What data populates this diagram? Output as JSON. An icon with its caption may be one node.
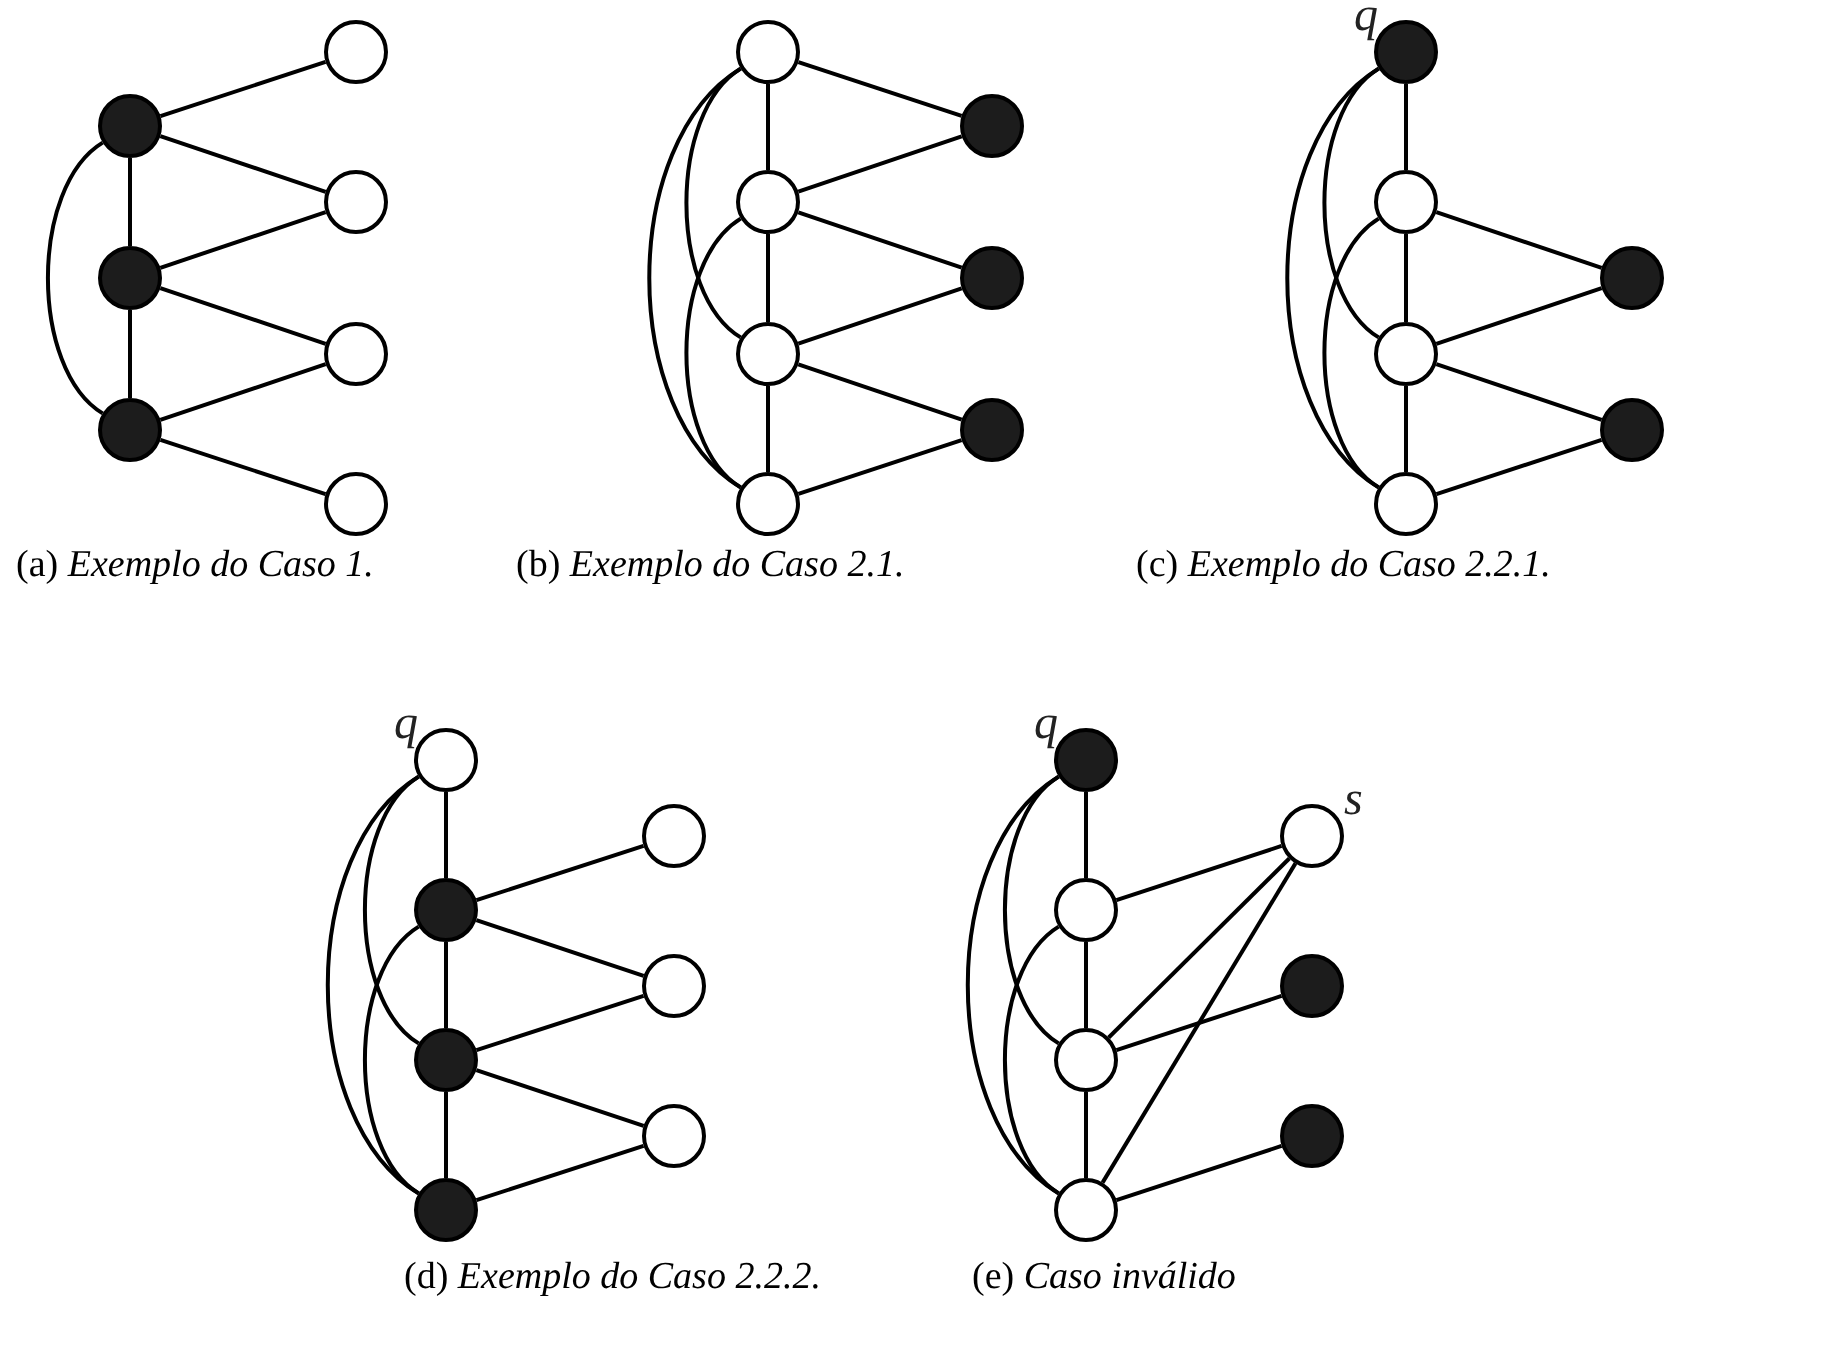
{
  "diagram": {
    "nodes": [
      {
        "text": [],
        "shape": "circle"
      },
      {
        "text": [],
        "shape": "circle"
      },
      {
        "text": [],
        "shape": "circle"
      },
      {
        "text": [],
        "shape": "circle"
      },
      {
        "text": [],
        "shape": "circle"
      },
      {
        "text": [],
        "shape": "circle"
      },
      {
        "text": [],
        "shape": "circle"
      },
      {
        "text": [],
        "shape": "circle"
      },
      {
        "text": [],
        "shape": "circle"
      },
      {
        "text": [],
        "shape": "circle"
      },
      {
        "text": [],
        "shape": "circle"
      },
      {
        "text": [],
        "shape": "circle"
      },
      {
        "text": [],
        "shape": "circle"
      },
      {
        "text": [],
        "shape": "circle"
      },
      {
        "text": [],
        "shape": "circle",
        "beside": [
          "q"
        ]
      },
      {
        "text": [],
        "shape": "circle"
      },
      {
        "text": [],
        "shape": "circle"
      },
      {
        "text": [],
        "shape": "circle"
      },
      {
        "text": [],
        "shape": "circle"
      },
      {
        "text": [],
        "shape": "circle"
      },
      {
        "text": [],
        "shape": "circle",
        "beside": [
          "q"
        ]
      },
      {
        "text": [],
        "shape": "circle"
      },
      {
        "text": [],
        "shape": "circle"
      },
      {
        "text": [],
        "shape": "circle"
      },
      {
        "text": [],
        "shape": "circle"
      },
      {
        "text": [],
        "shape": "circle"
      },
      {
        "text": [],
        "shape": "circle"
      },
      {
        "text": [],
        "shape": "circle",
        "beside": [
          "q"
        ]
      },
      {
        "text": [],
        "shape": "circle"
      },
      {
        "text": [],
        "shape": "circle"
      },
      {
        "text": [],
        "shape": "circle"
      },
      {
        "text": [],
        "shape": "circle",
        "beside": [
          "s"
        ]
      },
      {
        "text": [],
        "shape": "circle"
      },
      {
        "text": [],
        "shape": "circle"
      }
    ],
    "edges": [
      {
        "from": 0,
        "to": 3,
        "arrow": "none"
      },
      {
        "from": 0,
        "to": 4,
        "arrow": "none"
      },
      {
        "from": 1,
        "to": 4,
        "arrow": "none"
      },
      {
        "from": 1,
        "to": 5,
        "arrow": "none"
      },
      {
        "from": 2,
        "to": 5,
        "arrow": "none"
      },
      {
        "from": 2,
        "to": 6,
        "arrow": "none"
      },
      {
        "from": 0,
        "to": 1,
        "arrow": "none"
      },
      {
        "from": 1,
        "to": 2,
        "arrow": "none"
      },
      {
        "from": 0,
        "to": 2,
        "arrow": "none"
      },
      {
        "from": 7,
        "to": 8,
        "arrow": "none"
      },
      {
        "from": 8,
        "to": 9,
        "arrow": "none"
      },
      {
        "from": 9,
        "to": 10,
        "arrow": "none"
      },
      {
        "from": 7,
        "to": 9,
        "arrow": "none"
      },
      {
        "from": 7,
        "to": 10,
        "arrow": "none"
      },
      {
        "from": 8,
        "to": 10,
        "arrow": "none"
      },
      {
        "from": 7,
        "to": 11,
        "arrow": "none"
      },
      {
        "from": 8,
        "to": 11,
        "arrow": "none"
      },
      {
        "from": 8,
        "to": 12,
        "arrow": "none"
      },
      {
        "from": 9,
        "to": 12,
        "arrow": "none"
      },
      {
        "from": 9,
        "to": 13,
        "arrow": "none"
      },
      {
        "from": 10,
        "to": 13,
        "arrow": "none"
      },
      {
        "from": 14,
        "to": 15,
        "arrow": "none"
      },
      {
        "from": 15,
        "to": 16,
        "arrow": "none"
      },
      {
        "from": 16,
        "to": 17,
        "arrow": "none"
      },
      {
        "from": 14,
        "to": 16,
        "arrow": "none"
      },
      {
        "from": 14,
        "to": 17,
        "arrow": "none"
      },
      {
        "from": 15,
        "to": 17,
        "arrow": "none"
      },
      {
        "from": 15,
        "to": 18,
        "arrow": "none"
      },
      {
        "from": 16,
        "to": 18,
        "arrow": "none"
      },
      {
        "from": 16,
        "to": 19,
        "arrow": "none"
      },
      {
        "from": 17,
        "to": 19,
        "arrow": "none"
      },
      {
        "from": 20,
        "to": 21,
        "arrow": "none"
      },
      {
        "from": 21,
        "to": 22,
        "arrow": "none"
      },
      {
        "from": 22,
        "to": 23,
        "arrow": "none"
      },
      {
        "from": 20,
        "to": 22,
        "arrow": "none"
      },
      {
        "from": 20,
        "to": 23,
        "arrow": "none"
      },
      {
        "from": 21,
        "to": 23,
        "arrow": "none"
      },
      {
        "from": 21,
        "to": 24,
        "arrow": "none"
      },
      {
        "from": 21,
        "to": 25,
        "arrow": "none"
      },
      {
        "from": 22,
        "to": 25,
        "arrow": "none"
      },
      {
        "from": 22,
        "to": 26,
        "arrow": "none"
      },
      {
        "from": 23,
        "to": 26,
        "arrow": "none"
      },
      {
        "from": 27,
        "to": 28,
        "arrow": "none"
      },
      {
        "from": 28,
        "to": 29,
        "arrow": "none"
      },
      {
        "from": 29,
        "to": 30,
        "arrow": "none"
      },
      {
        "from": 27,
        "to": 29,
        "arrow": "none"
      },
      {
        "from": 27,
        "to": 30,
        "arrow": "none"
      },
      {
        "from": 28,
        "to": 30,
        "arrow": "none"
      },
      {
        "from": 28,
        "to": 31,
        "arrow": "none"
      },
      {
        "from": 29,
        "to": 31,
        "arrow": "none"
      },
      {
        "from": 30,
        "to": 31,
        "arrow": "none"
      },
      {
        "from": 29,
        "to": 32,
        "arrow": "none"
      },
      {
        "from": 30,
        "to": 33,
        "arrow": "none"
      }
    ],
    "labels": [
      "(a) *Exemplo do Caso 1.*",
      "(b) *Exemplo do Caso 2.1.*",
      "(c) *Exemplo do Caso 2.2.1.*",
      "(d) *Exemplo do Caso 2.2.2.*",
      "(e) *Caso inválido*"
    ]
  }
}
